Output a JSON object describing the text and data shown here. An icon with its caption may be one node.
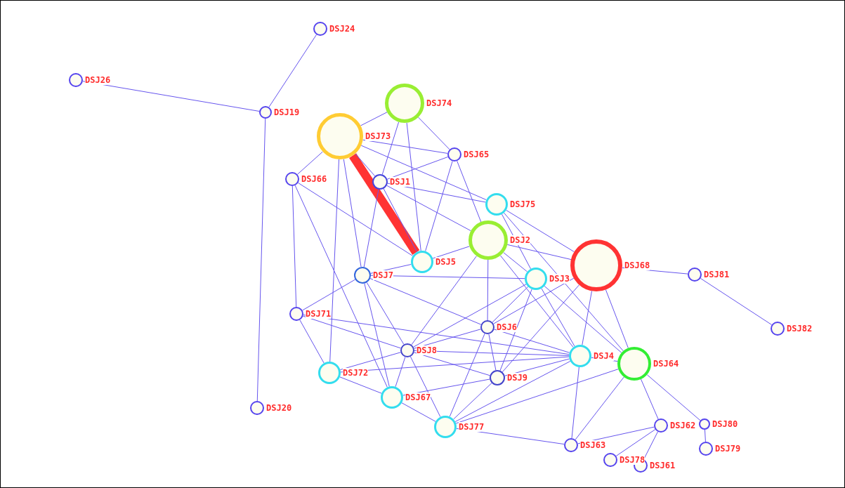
{
  "diagram": {
    "nodes": [
      {
        "text": [
          "DSJ24"
        ]
      },
      {
        "text": [
          "DSJ26"
        ]
      },
      {
        "text": [
          "DSJ74"
        ]
      },
      {
        "text": [
          "DSJ19"
        ]
      },
      {
        "text": [
          "DSJ73"
        ]
      },
      {
        "text": [
          "DSJ65"
        ]
      },
      {
        "text": [
          "DSJ66"
        ]
      },
      {
        "text": [
          "DSJ1"
        ]
      },
      {
        "text": [
          "DSJ75"
        ]
      },
      {
        "text": [
          "DSJ2"
        ]
      },
      {
        "text": [
          "DSJ5"
        ]
      },
      {
        "text": [
          "DSJ68"
        ]
      },
      {
        "text": [
          "DSJ7"
        ]
      },
      {
        "text": [
          "DSJ81"
        ]
      },
      {
        "text": [
          "DSJ3"
        ]
      },
      {
        "text": [
          "DSJ71"
        ]
      },
      {
        "text": [
          "DSJ6"
        ]
      },
      {
        "text": [
          "DSJ82"
        ]
      },
      {
        "text": [
          "DSJ8"
        ]
      },
      {
        "text": [
          "DSJ4"
        ]
      },
      {
        "text": [
          "DSJ64"
        ]
      },
      {
        "text": [
          "DSJ72"
        ]
      },
      {
        "text": [
          "DSJ9"
        ]
      },
      {
        "text": [
          "DSJ67"
        ]
      },
      {
        "text": [
          "DSJ20"
        ]
      },
      {
        "text": [
          "DSJ62"
        ]
      },
      {
        "text": [
          "DSJ80"
        ]
      },
      {
        "text": [
          "DSJ77"
        ]
      },
      {
        "text": [
          "DSJ63"
        ]
      },
      {
        "text": [
          "DSJ78"
        ]
      },
      {
        "text": [
          "DSJ79"
        ]
      },
      {
        "text": [
          "DSJ61"
        ]
      }
    ],
    "edges": [
      {
        "from": 3,
        "to": 0,
        "arrow": "none"
      },
      {
        "from": 3,
        "to": 1,
        "arrow": "none"
      },
      {
        "from": 3,
        "to": 24,
        "arrow": "none"
      },
      {
        "from": 4,
        "to": 2,
        "arrow": "none"
      },
      {
        "from": 4,
        "to": 6,
        "arrow": "none"
      },
      {
        "from": 4,
        "to": 10,
        "arrow": "none",
        "style": "thick",
        "color": "#ff3333"
      },
      {
        "from": 4,
        "to": 7,
        "arrow": "none"
      },
      {
        "from": 4,
        "to": 5,
        "arrow": "none"
      },
      {
        "from": 4,
        "to": 12,
        "arrow": "none"
      },
      {
        "from": 4,
        "to": 21,
        "arrow": "none"
      },
      {
        "from": 4,
        "to": 8,
        "arrow": "none"
      },
      {
        "from": 2,
        "to": 7,
        "arrow": "none"
      },
      {
        "from": 2,
        "to": 10,
        "arrow": "none"
      },
      {
        "from": 2,
        "to": 5,
        "arrow": "none"
      },
      {
        "from": 5,
        "to": 7,
        "arrow": "none"
      },
      {
        "from": 5,
        "to": 10,
        "arrow": "none"
      },
      {
        "from": 5,
        "to": 9,
        "arrow": "none"
      },
      {
        "from": 6,
        "to": 15,
        "arrow": "none"
      },
      {
        "from": 6,
        "to": 10,
        "arrow": "none"
      },
      {
        "from": 6,
        "to": 23,
        "arrow": "none"
      },
      {
        "from": 7,
        "to": 12,
        "arrow": "none"
      },
      {
        "from": 7,
        "to": 8,
        "arrow": "none"
      },
      {
        "from": 7,
        "to": 10,
        "arrow": "none"
      },
      {
        "from": 7,
        "to": 9,
        "arrow": "none"
      },
      {
        "from": 8,
        "to": 11,
        "arrow": "none"
      },
      {
        "from": 8,
        "to": 14,
        "arrow": "none"
      },
      {
        "from": 8,
        "to": 20,
        "arrow": "none"
      },
      {
        "from": 9,
        "to": 10,
        "arrow": "none"
      },
      {
        "from": 9,
        "to": 11,
        "arrow": "none"
      },
      {
        "from": 9,
        "to": 14,
        "arrow": "none"
      },
      {
        "from": 9,
        "to": 16,
        "arrow": "none"
      },
      {
        "from": 9,
        "to": 18,
        "arrow": "none"
      },
      {
        "from": 9,
        "to": 19,
        "arrow": "none"
      },
      {
        "from": 10,
        "to": 12,
        "arrow": "none"
      },
      {
        "from": 11,
        "to": 13,
        "arrow": "none"
      },
      {
        "from": 11,
        "to": 19,
        "arrow": "none"
      },
      {
        "from": 11,
        "to": 20,
        "arrow": "none"
      },
      {
        "from": 11,
        "to": 16,
        "arrow": "none"
      },
      {
        "from": 11,
        "to": 22,
        "arrow": "none"
      },
      {
        "from": 13,
        "to": 17,
        "arrow": "none"
      },
      {
        "from": 12,
        "to": 14,
        "arrow": "none"
      },
      {
        "from": 12,
        "to": 15,
        "arrow": "none"
      },
      {
        "from": 12,
        "to": 16,
        "arrow": "none"
      },
      {
        "from": 12,
        "to": 23,
        "arrow": "none"
      },
      {
        "from": 12,
        "to": 18,
        "arrow": "none"
      },
      {
        "from": 14,
        "to": 16,
        "arrow": "none"
      },
      {
        "from": 14,
        "to": 18,
        "arrow": "none"
      },
      {
        "from": 14,
        "to": 22,
        "arrow": "none"
      },
      {
        "from": 14,
        "to": 19,
        "arrow": "none"
      },
      {
        "from": 14,
        "to": 20,
        "arrow": "none"
      },
      {
        "from": 15,
        "to": 18,
        "arrow": "none"
      },
      {
        "from": 15,
        "to": 19,
        "arrow": "none"
      },
      {
        "from": 15,
        "to": 21,
        "arrow": "none"
      },
      {
        "from": 16,
        "to": 18,
        "arrow": "none"
      },
      {
        "from": 16,
        "to": 22,
        "arrow": "none"
      },
      {
        "from": 16,
        "to": 19,
        "arrow": "none"
      },
      {
        "from": 16,
        "to": 27,
        "arrow": "none"
      },
      {
        "from": 18,
        "to": 19,
        "arrow": "none"
      },
      {
        "from": 18,
        "to": 22,
        "arrow": "none"
      },
      {
        "from": 18,
        "to": 23,
        "arrow": "none"
      },
      {
        "from": 18,
        "to": 21,
        "arrow": "none"
      },
      {
        "from": 18,
        "to": 27,
        "arrow": "none"
      },
      {
        "from": 19,
        "to": 22,
        "arrow": "none"
      },
      {
        "from": 19,
        "to": 21,
        "arrow": "none"
      },
      {
        "from": 19,
        "to": 27,
        "arrow": "none"
      },
      {
        "from": 19,
        "to": 28,
        "arrow": "none"
      },
      {
        "from": 19,
        "to": 20,
        "arrow": "none"
      },
      {
        "from": 20,
        "to": 27,
        "arrow": "none"
      },
      {
        "from": 20,
        "to": 28,
        "arrow": "none"
      },
      {
        "from": 20,
        "to": 25,
        "arrow": "none"
      },
      {
        "from": 20,
        "to": 26,
        "arrow": "none"
      },
      {
        "from": 21,
        "to": 23,
        "arrow": "none"
      },
      {
        "from": 22,
        "to": 23,
        "arrow": "none"
      },
      {
        "from": 22,
        "to": 27,
        "arrow": "none"
      },
      {
        "from": 23,
        "to": 27,
        "arrow": "none"
      },
      {
        "from": 27,
        "to": 28,
        "arrow": "none"
      },
      {
        "from": 25,
        "to": 28,
        "arrow": "none"
      },
      {
        "from": 25,
        "to": 29,
        "arrow": "none"
      },
      {
        "from": 25,
        "to": 31,
        "arrow": "none"
      },
      {
        "from": 26,
        "to": 30,
        "arrow": "none"
      }
    ]
  }
}
